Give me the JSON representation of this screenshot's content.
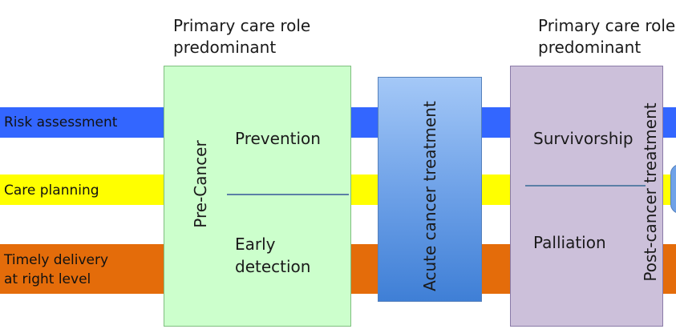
{
  "headers": {
    "left": {
      "line1": "Primary care role",
      "line2": "predominant"
    },
    "right": {
      "line1": "Primary care role",
      "line2": "predominant"
    }
  },
  "bands": [
    {
      "label": "Risk assessment",
      "color": "#3366ff"
    },
    {
      "label": "Care planning",
      "color": "#ffff00"
    },
    {
      "label_line1": "Timely delivery",
      "label_line2": "at right level",
      "color": "#e46c0a"
    }
  ],
  "pre_cancer": {
    "title": "Pre-Cancer",
    "top": "Prevention",
    "bottom_line1": "Early",
    "bottom_line2": "detection",
    "color": "#ccffcc"
  },
  "acute": {
    "title": "Acute cancer treatment",
    "color_top": "#9ec3f5",
    "color_bottom": "#3f7fd6"
  },
  "post_cancer": {
    "title": "Post-cancer treatment",
    "top": "Survivorship",
    "bottom": "Palliation",
    "color": "#ccc0da"
  }
}
